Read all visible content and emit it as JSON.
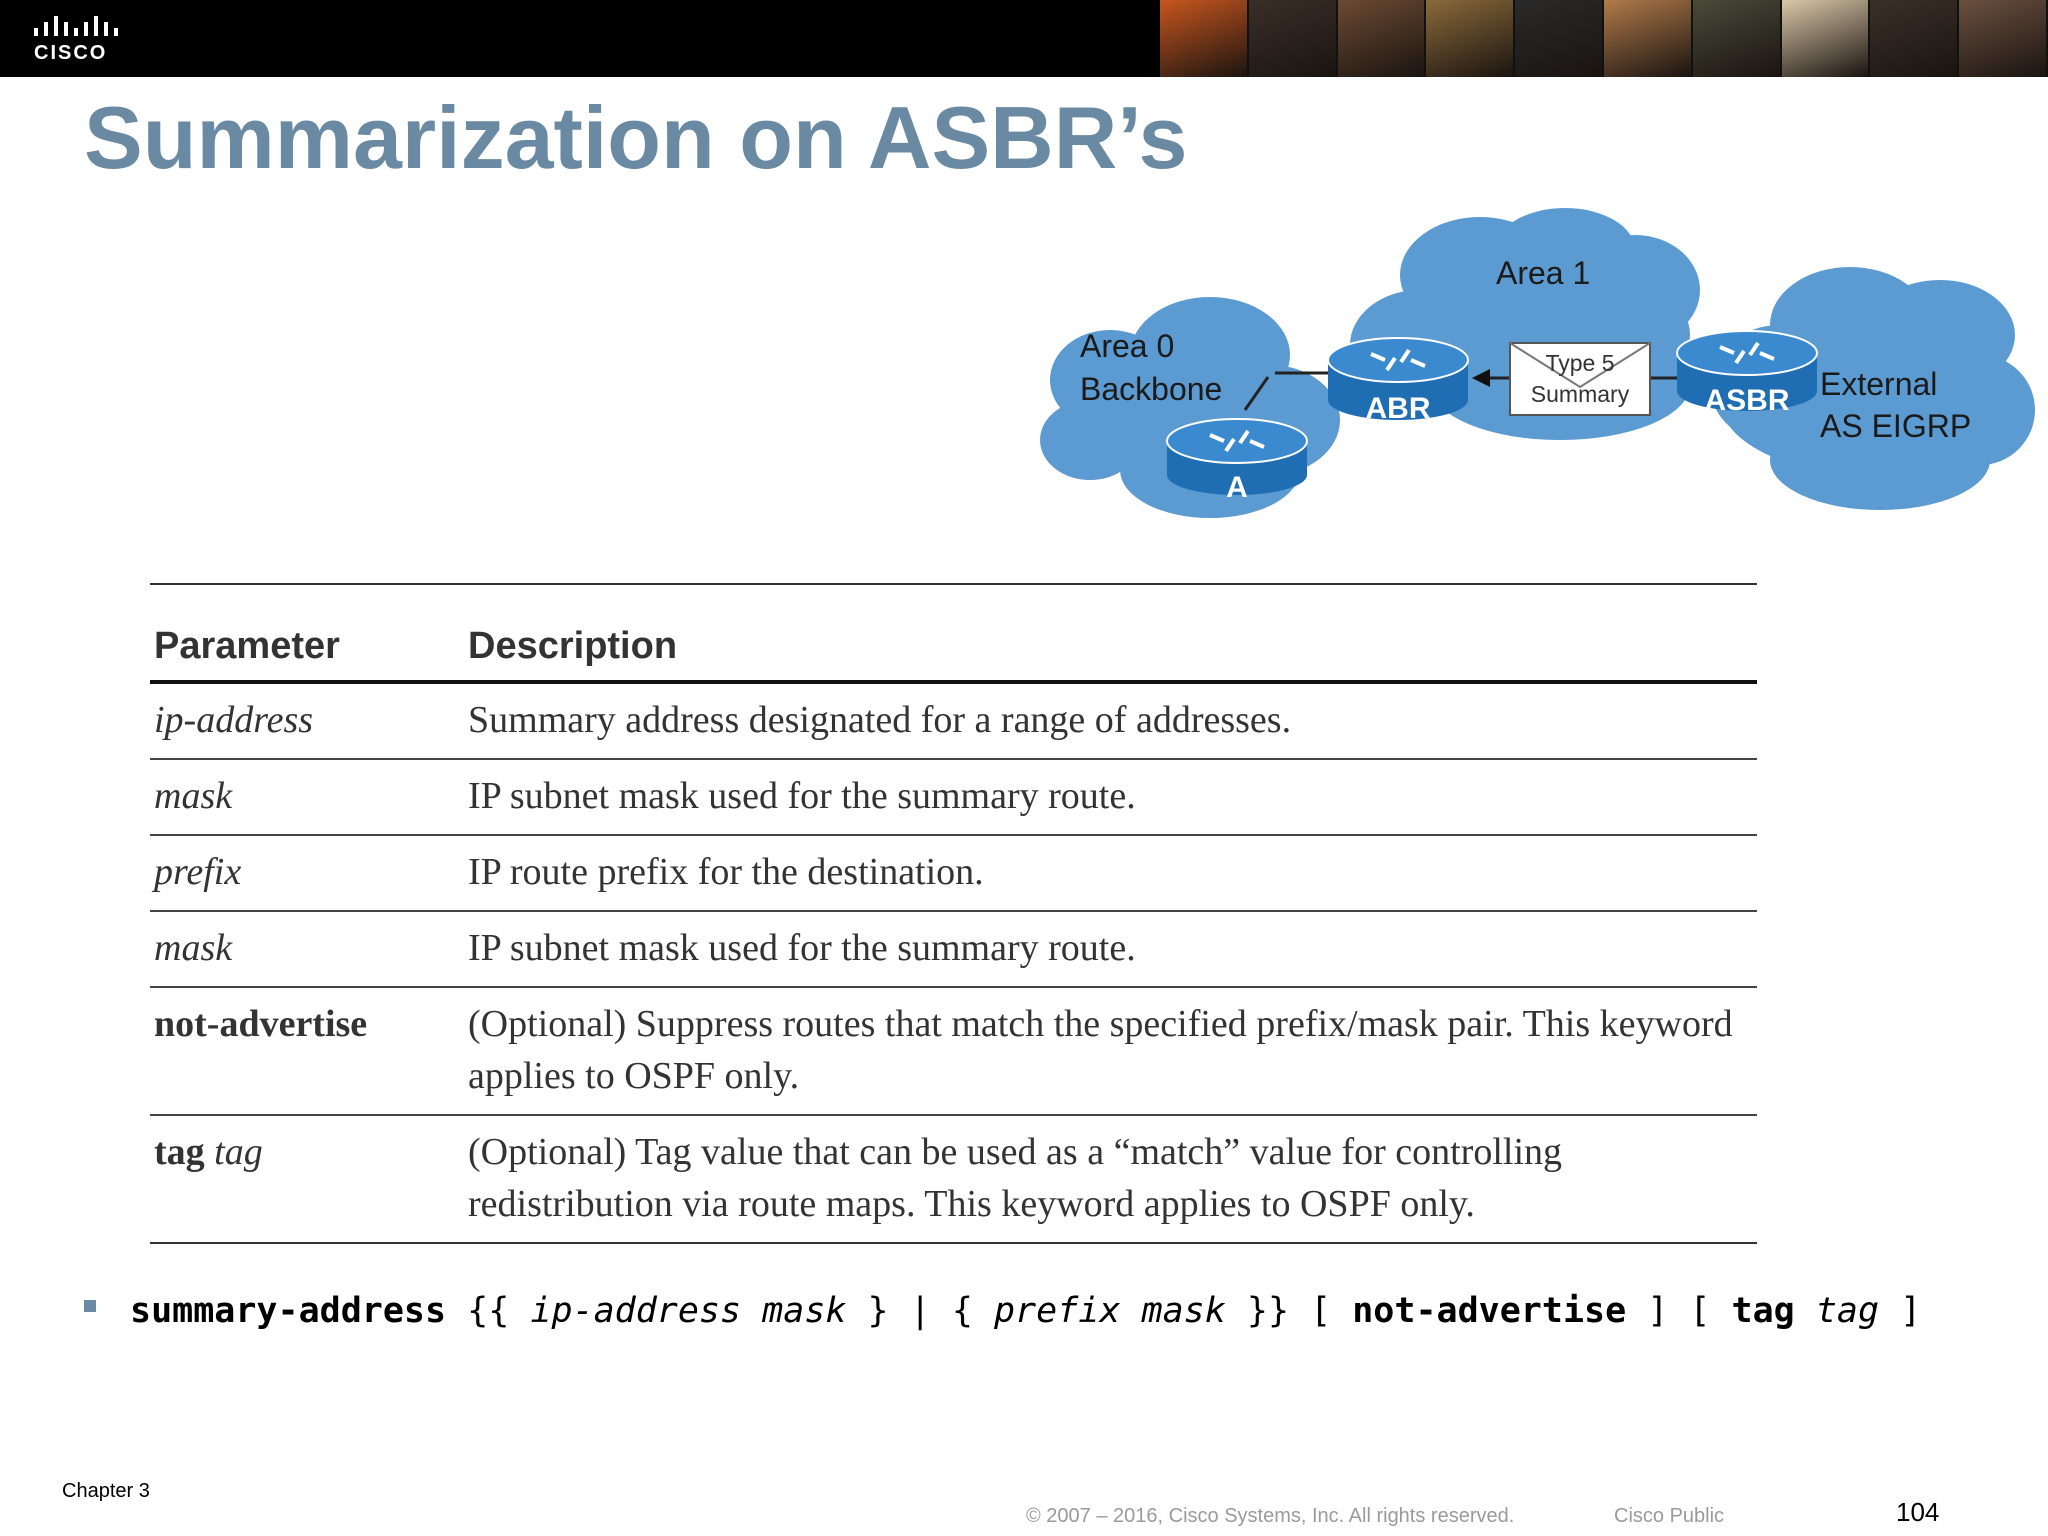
{
  "header": {
    "logo_text": "CISCO",
    "photo_colors": [
      "#c8561e",
      "#3a2f28",
      "#6b4a32",
      "#8a6a3a",
      "#2a2a2a",
      "#b07a4a",
      "#4a4a3a",
      "#d9c7a8",
      "#3a3028",
      "#6a5040"
    ]
  },
  "slide": {
    "title": "Summarization on ASBR’s"
  },
  "diagram": {
    "area0_line1": "Area 0",
    "area0_line2": "Backbone",
    "area1_label": "Area 1",
    "external_line1": "External",
    "external_line2": "AS EIGRP",
    "router_a": "A",
    "router_abr": "ABR",
    "router_asbr": "ASBR",
    "lsa_line1": "Type 5",
    "lsa_line2": "Summary",
    "colors": {
      "cloud": "#5b9bd2",
      "router": "#1f6db3",
      "router_top": "#3b8ad0"
    },
    "icons": [
      "cloud-area0",
      "cloud-area1",
      "cloud-external",
      "router-a-icon",
      "router-abr-icon",
      "router-asbr-icon",
      "envelope-icon"
    ]
  },
  "table": {
    "headers": {
      "parameter": "Parameter",
      "description": "Description"
    },
    "rows": [
      {
        "param_bold": "",
        "param_italic": "ip-address",
        "description": "Summary address designated for a range of addresses."
      },
      {
        "param_bold": "",
        "param_italic": "mask",
        "description": "IP subnet mask used for the summary route."
      },
      {
        "param_bold": "",
        "param_italic": "prefix",
        "description": "IP route prefix for the destination."
      },
      {
        "param_bold": "",
        "param_italic": "mask",
        "description": "IP subnet mask used for the summary route."
      },
      {
        "param_bold": "not-advertise",
        "param_italic": "",
        "description": "(Optional) Suppress routes that match the specified prefix/mask pair. This keyword applies to OSPF only."
      },
      {
        "param_bold": "tag",
        "param_italic": "tag",
        "description": "(Optional) Tag value that can be used as a “match” value for controlling redistribution via route maps. This keyword applies to OSPF only."
      }
    ]
  },
  "syntax": {
    "command": "summary-address",
    "p1": " {{ ",
    "arg_ip": "ip-address",
    "p2": " ",
    "arg_mask1": "mask",
    "p3": " } | { ",
    "arg_prefix": "prefix",
    "p4": " ",
    "arg_mask2": "mask",
    "p5": " }} [ ",
    "kw_notadv": "not-advertise",
    "p6": " ] [ ",
    "kw_tag": "tag",
    "p7": " ",
    "arg_tag": "tag",
    "p8": " ]"
  },
  "footer": {
    "chapter": "Chapter 3",
    "copyright": "© 2007 – 2016, Cisco Systems, Inc. All rights reserved.",
    "classification": "Cisco Public",
    "page_number": "104"
  }
}
